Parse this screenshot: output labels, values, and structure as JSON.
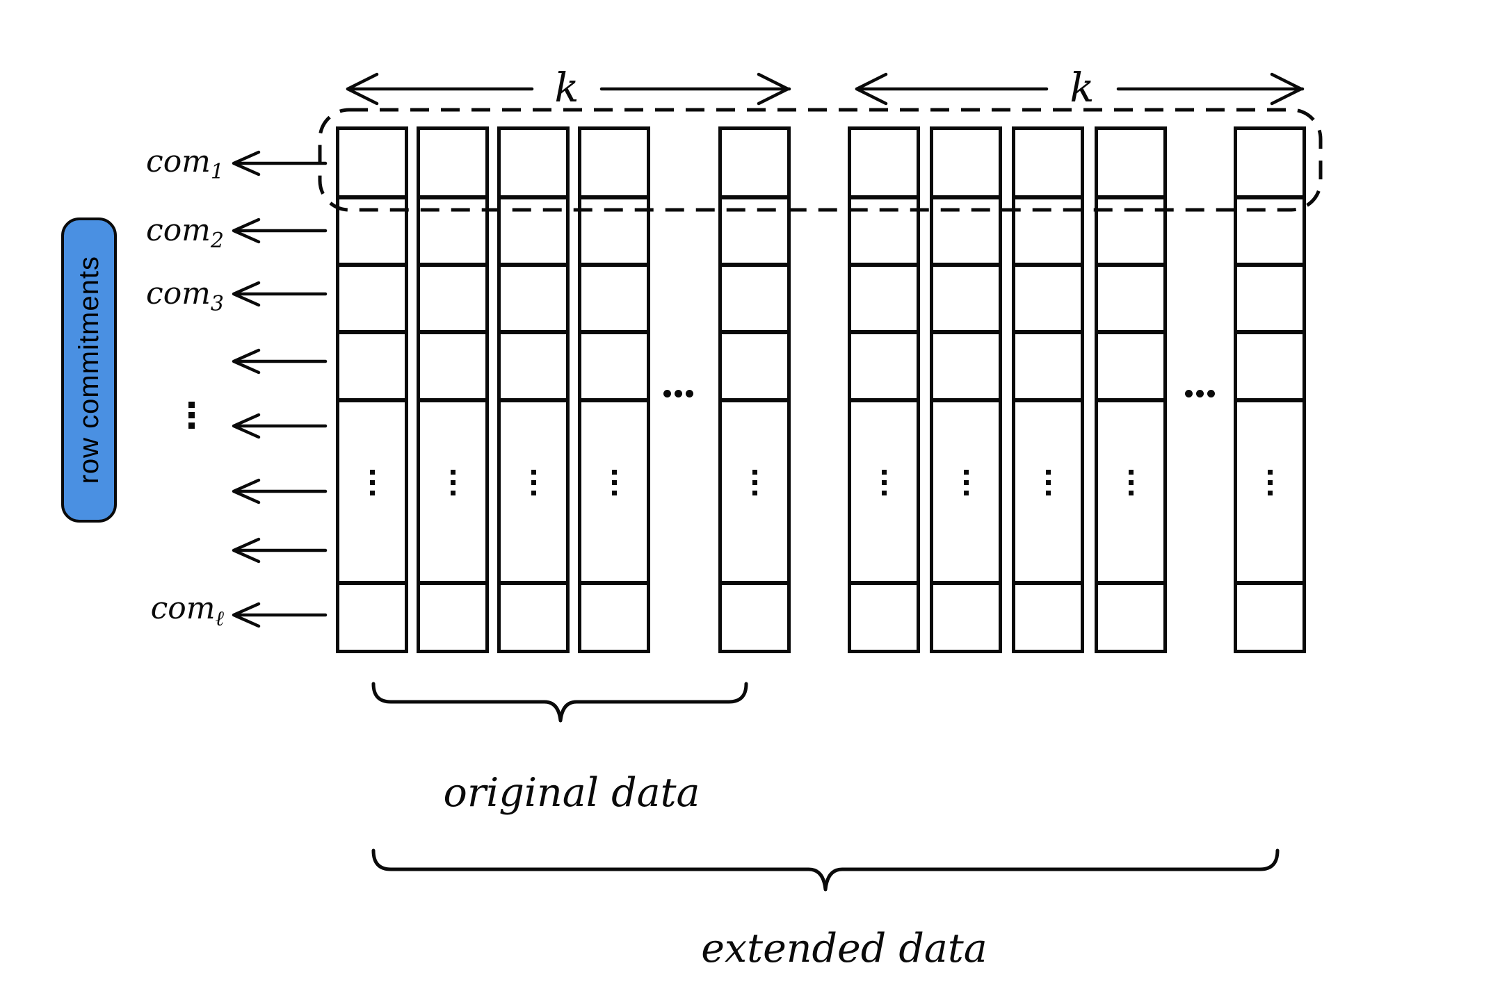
{
  "diagram": {
    "top_arrows": [
      {
        "label": "k"
      },
      {
        "label": "k"
      }
    ],
    "row_commitments_box": {
      "label": "row commitments",
      "fill": "#4a90e2"
    },
    "row_labels": [
      {
        "base": "com",
        "sub": "1"
      },
      {
        "base": "com",
        "sub": "2"
      },
      {
        "base": "com",
        "sub": "3"
      },
      {
        "base": "com",
        "sub": "ℓ"
      }
    ],
    "ellipsis": {
      "vertical": "⋮",
      "horizontal": "⋯"
    },
    "grid": {
      "column_groups": 2,
      "visible_columns_per_group": 5,
      "visible_rows_per_column": 6,
      "stroke_color": "#0a0a0a"
    },
    "braces": [
      {
        "label": "original data"
      },
      {
        "label": "extended data"
      }
    ]
  }
}
